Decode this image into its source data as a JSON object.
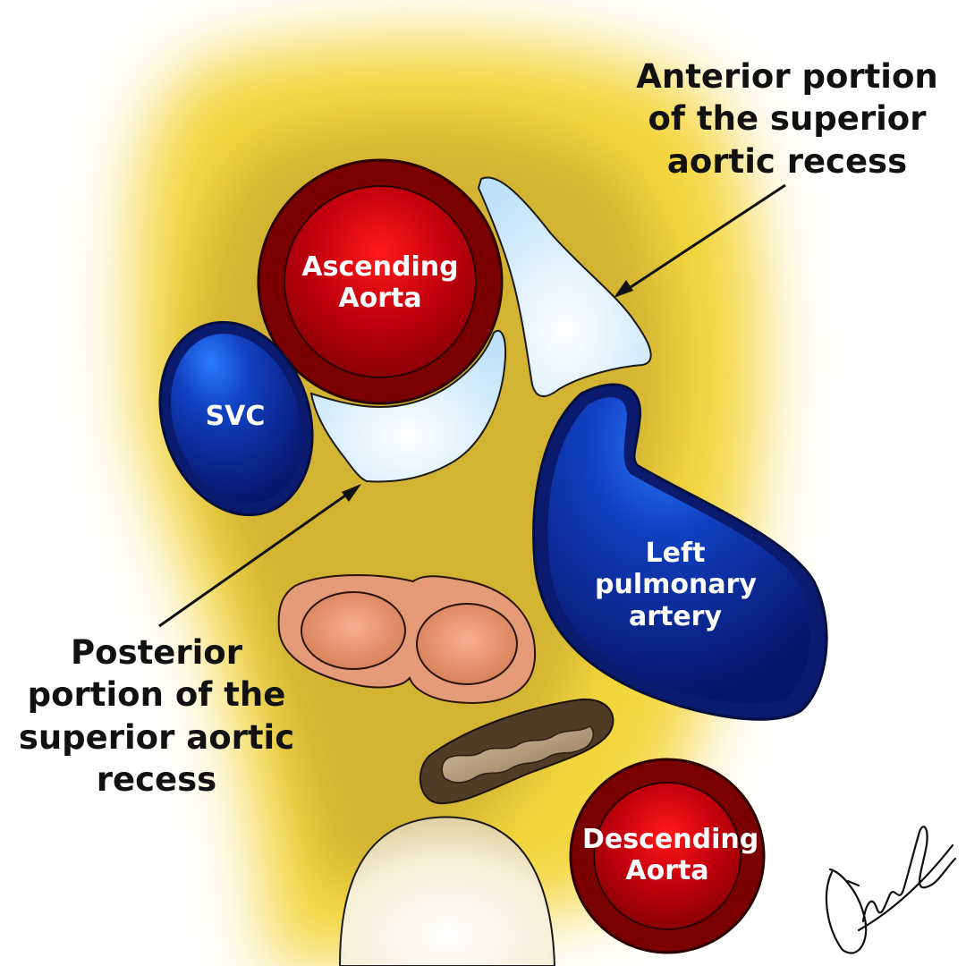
{
  "structures": {
    "ascending_aorta": [
      "Ascending",
      "Aorta"
    ],
    "svc": [
      "SVC"
    ],
    "left_pulmonary_artery": [
      "Left",
      "pulmonary",
      "artery"
    ],
    "descending_aorta": [
      "Descending",
      "Aorta"
    ]
  },
  "callouts": {
    "anterior": [
      "Anterior portion",
      "of the superior",
      "aortic recess"
    ],
    "posterior": [
      "Posterior",
      "portion of the",
      "superior aortic",
      "recess"
    ]
  },
  "signature": "Disha",
  "colors": {
    "fat": "#f3d84a",
    "aorta": "#c0000a",
    "aorta_wall": "#7a0000",
    "vein": "#0a1f8a",
    "vein_dark": "#05114f",
    "recess": "#cfe9fb",
    "bronchus": "#e8a07e",
    "esophagus": "#5a4630",
    "spine": "#f7f0dc"
  }
}
